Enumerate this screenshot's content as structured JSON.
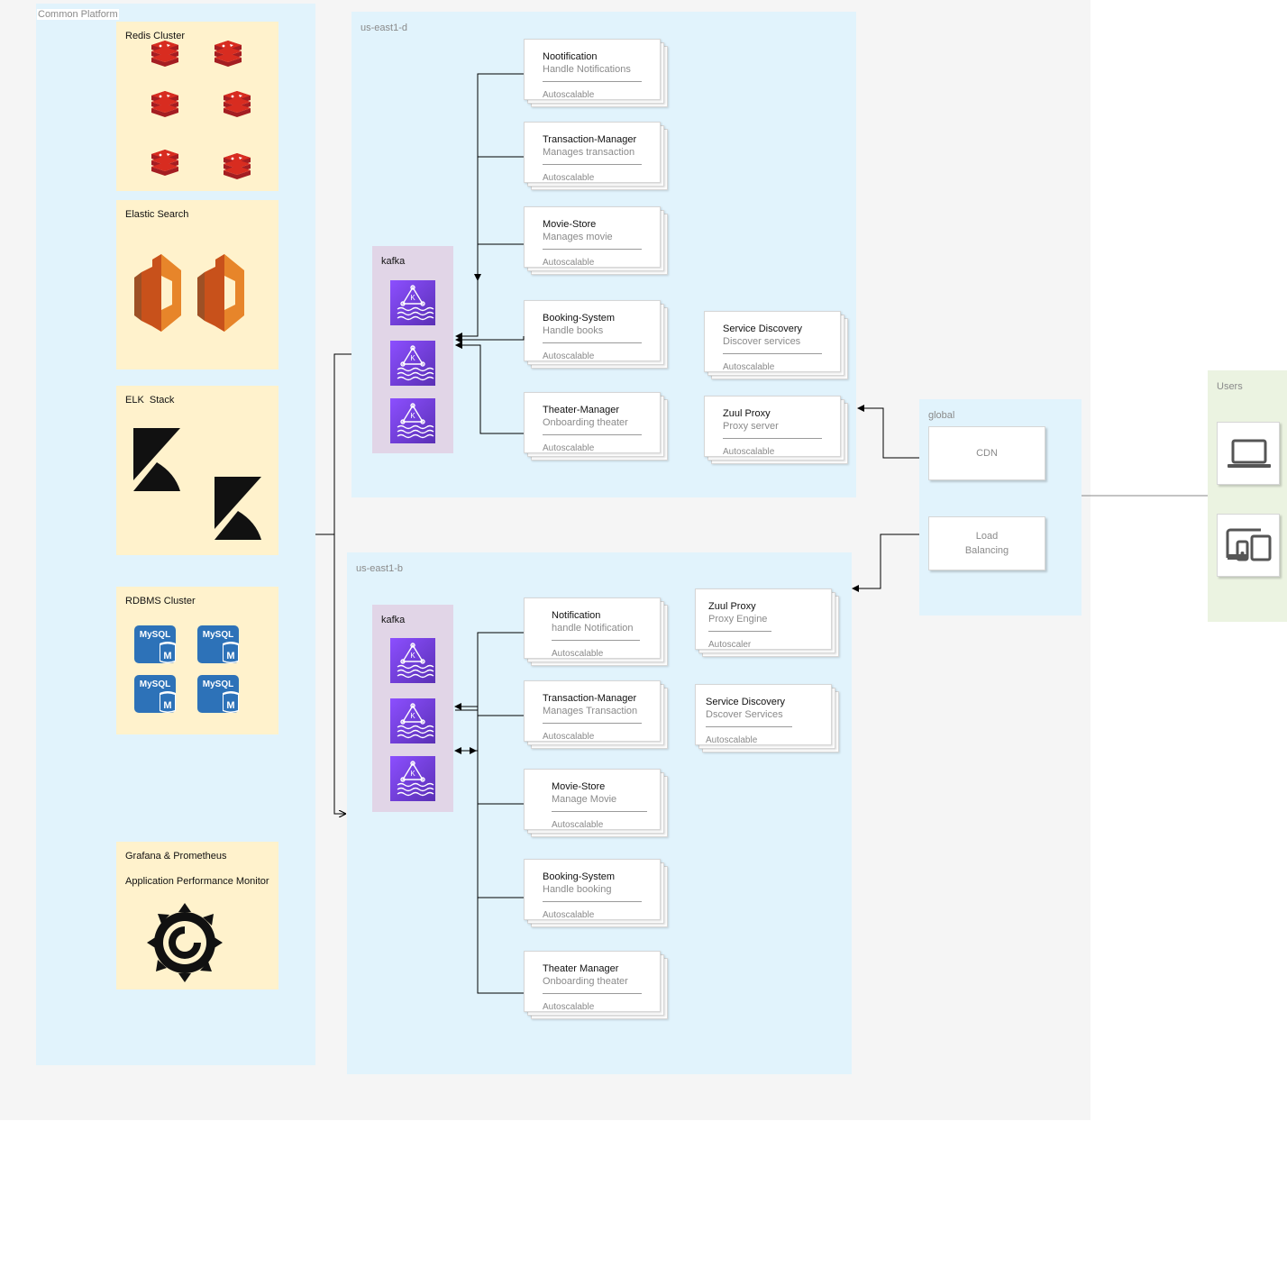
{
  "common_platform": {
    "label": "Common Platform",
    "redis": {
      "label": "Redis Cluster"
    },
    "elastic": {
      "label": "Elastic Search"
    },
    "elk": {
      "label": "ELK  Stack"
    },
    "rdbms": {
      "label": "RDBMS Cluster",
      "tile_text": "MySQL",
      "tile_badge": "M"
    },
    "monitor": {
      "label": "Grafana & Prometheus",
      "sublabel": "Application Performance Monitor"
    }
  },
  "regions": {
    "east_d": {
      "label": "us-east1-d",
      "kafka_label": "kafka",
      "cards": [
        {
          "title": "Nootification",
          "subtitle": "Handle Notifications",
          "scale": "Autoscalable"
        },
        {
          "title": "Transaction-Manager",
          "subtitle": "Manages transaction",
          "scale": "Autoscalable"
        },
        {
          "title": "Movie-Store",
          "subtitle": "Manages movie",
          "scale": "Autoscalable"
        },
        {
          "title": "Booking-System",
          "subtitle": "Handle books",
          "scale": "Autoscalable"
        },
        {
          "title": "Theater-Manager",
          "subtitle": "Onboarding theater",
          "scale": "Autoscalable"
        },
        {
          "title": "Service Discovery",
          "subtitle": "Discover services",
          "scale": "Autoscalable"
        },
        {
          "title": "Zuul Proxy",
          "subtitle": "Proxy server",
          "scale": "Autoscalable"
        }
      ]
    },
    "east_b": {
      "label": "us-east1-b",
      "kafka_label": "kafka",
      "cards": [
        {
          "title": "Notification",
          "subtitle": "handle Notification",
          "scale": "Autoscalable"
        },
        {
          "title": "Transaction-Manager",
          "subtitle": "Manages Transaction",
          "scale": "Autoscalable"
        },
        {
          "title": "Movie-Store",
          "subtitle": "Manage Movie",
          "scale": "Autoscalable"
        },
        {
          "title": "Booking-System",
          "subtitle": "Handle booking",
          "scale": "Autoscalable"
        },
        {
          "title": "Theater Manager",
          "subtitle": "Onboarding theater",
          "scale": "Autoscalable"
        },
        {
          "title": "Zuul Proxy",
          "subtitle": "Proxy Engine",
          "scale": "Autoscaler"
        },
        {
          "title": "Service Discovery",
          "subtitle": "Dscover Services",
          "scale": "Autoscalable"
        }
      ]
    }
  },
  "global": {
    "label": "global",
    "cdn": "CDN",
    "lb_line1": "Load",
    "lb_line2": "Balancing"
  },
  "users": {
    "label": "Users"
  },
  "colors": {
    "region_fill": "#e1f3fc",
    "service_group_fill": "#fff2cc",
    "kafka_fill": "#e1d5e7",
    "users_fill": "#ebf3e1",
    "redis_red": "#c0172b",
    "elastic_orange": "#e7852a",
    "mysql_blue": "#2d72b8",
    "kafka_purple": "#7b3fe0"
  },
  "icons": [
    "redis-icon",
    "elastic-search-icon",
    "kibana-icon",
    "mysql-icon",
    "grafana-icon",
    "kafka-stream-icon",
    "laptop-icon",
    "devices-icon"
  ]
}
